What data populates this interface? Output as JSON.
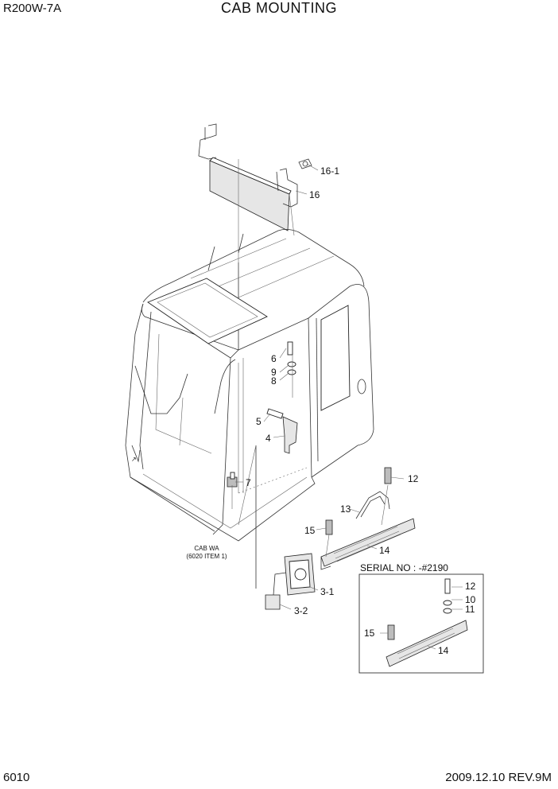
{
  "header": {
    "model": "R200W-7A",
    "title": "CAB MOUNTING"
  },
  "footer": {
    "page_number": "6010",
    "revision": "2009.12.10  REV.9M"
  },
  "cab_note": {
    "line1": "CAB WA",
    "line2": "(6020 ITEM 1)"
  },
  "inset": {
    "serial_label": "SERIAL NO : -#2190"
  },
  "callouts": {
    "c16_1": "16-1",
    "c16": "16",
    "c6": "6",
    "c9": "9",
    "c8": "8",
    "c5": "5",
    "c4": "4",
    "c7": "7",
    "c12": "12",
    "c13": "13",
    "c15": "15",
    "c14": "14",
    "c3_1": "3-1",
    "c3_2": "3-2",
    "i12": "12",
    "i10": "10",
    "i11": "11",
    "i15": "15",
    "i14": "14"
  }
}
